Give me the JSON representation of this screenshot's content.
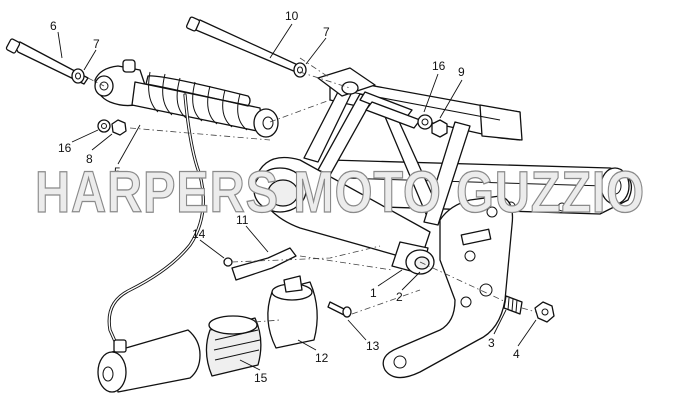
{
  "watermark": "HARPERS MOTO GUZZIO",
  "part_labels": {
    "p1": "1",
    "p2": "2",
    "p3": "3",
    "p4": "4",
    "p5": "5",
    "p6": "6",
    "p7a": "7",
    "p7b": "7",
    "p8": "8",
    "p9": "9",
    "p10": "10",
    "p11": "11",
    "p12": "12",
    "p13": "13",
    "p14": "14",
    "p15": "15",
    "p16a": "16",
    "p16b": "16"
  }
}
